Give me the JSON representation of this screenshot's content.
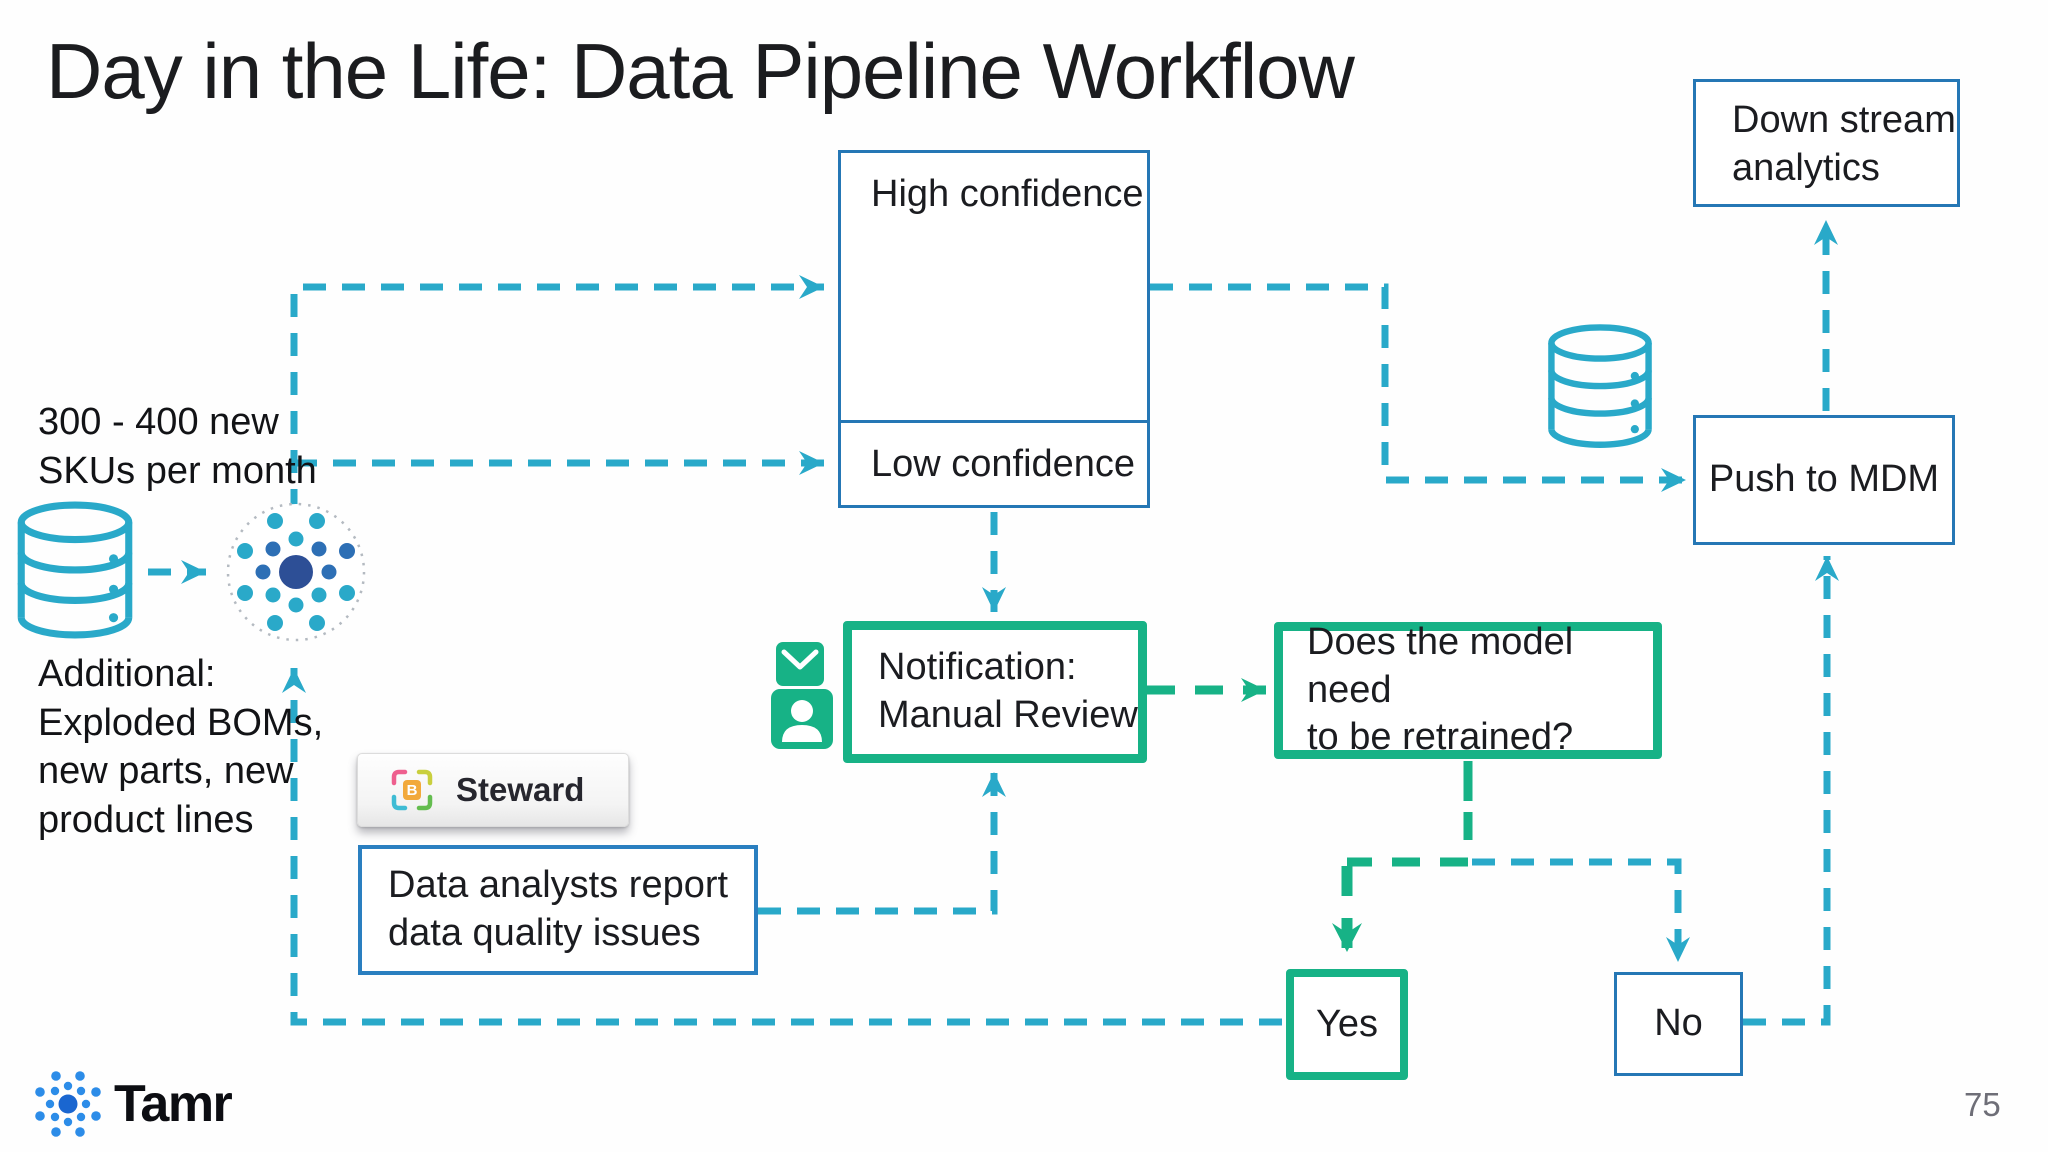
{
  "slide": {
    "title": "Day in the Life: Data Pipeline Workflow",
    "page_number": "75",
    "brand": "Tamr"
  },
  "annotations": {
    "sku_note": "300 - 400 new\nSKUs per month",
    "additional_note": "Additional:\nExploded BOMs,\nnew parts, new\nproduct lines"
  },
  "nodes": {
    "high_confidence": {
      "label": "High confidence"
    },
    "low_confidence": {
      "label": "Low confidence"
    },
    "notification": {
      "label": "Notification:\nManual Review"
    },
    "retrain_question": {
      "label": "Does the model need\nto be retrained?"
    },
    "yes": {
      "label": "Yes"
    },
    "no": {
      "label": "No"
    },
    "push_mdm": {
      "label": "Push to MDM"
    },
    "downstream": {
      "label": "Down stream\nanalytics"
    },
    "data_analysts": {
      "label": "Data analysts report\ndata quality issues"
    }
  },
  "steward": {
    "label": "Steward",
    "icon": "steward-app-icon",
    "icon_letter": "B"
  },
  "icons": [
    "database-icon",
    "tamr-engine-icon",
    "email-icon",
    "person-icon",
    "steward-app-icon",
    "tamr-logo-icon"
  ],
  "colors": {
    "teal_line": "#29a9c9",
    "blue_border": "#2577b5",
    "green": "#17b286",
    "navy_dot": "#2d4f96",
    "logo_blue": "#2c8ce8",
    "title_text": "#1b1c1f",
    "body_text": "#1b1c20",
    "page_number": "#6e6e77"
  }
}
